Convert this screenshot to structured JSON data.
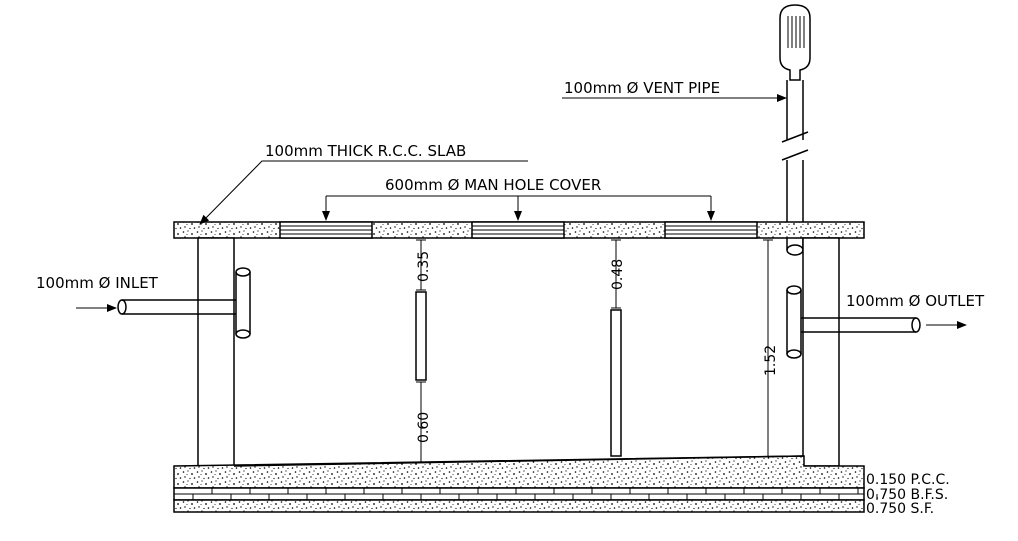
{
  "labels": {
    "vent_pipe": "100mm Ø VENT PIPE",
    "slab": "100mm THICK R.C.C. SLAB",
    "manhole": "600mm Ø MAN HOLE COVER",
    "inlet": "100mm Ø INLET",
    "outlet": "100mm Ø OUTLET"
  },
  "dimensions": {
    "baffle1_top": "0.35",
    "baffle1_bottom": "0.60",
    "baffle2_top": "0.48",
    "depth": "1.52"
  },
  "layers": {
    "pcc": "0.150 P.C.C.",
    "bfs": "0.750 B.F.S.",
    "sf": "0.750 S.F."
  }
}
